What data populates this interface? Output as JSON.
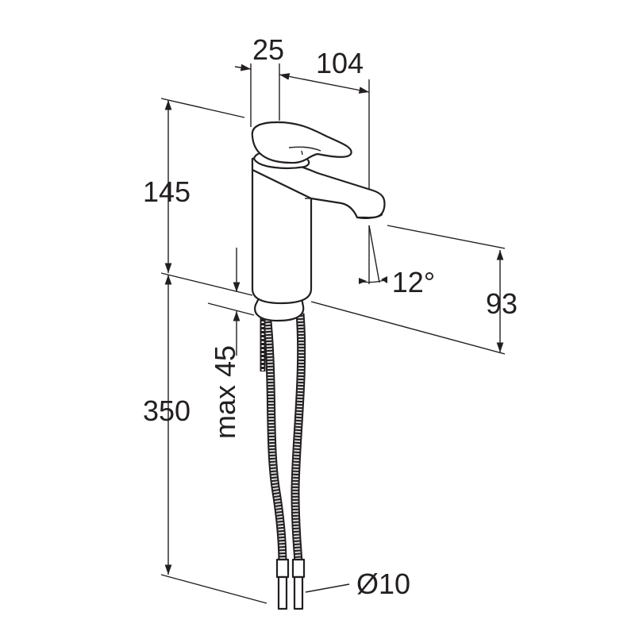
{
  "drawing": {
    "title": "Faucet dimension drawing",
    "dimensions": {
      "lever_offset": "25",
      "spout_reach": "104",
      "height_above_deck": "145",
      "spout_height": "93",
      "spout_angle": "12°",
      "max_deck_thickness": "max 45",
      "hose_length": "350",
      "hose_diameter": "Ø10"
    },
    "line_color": "#231f20"
  }
}
